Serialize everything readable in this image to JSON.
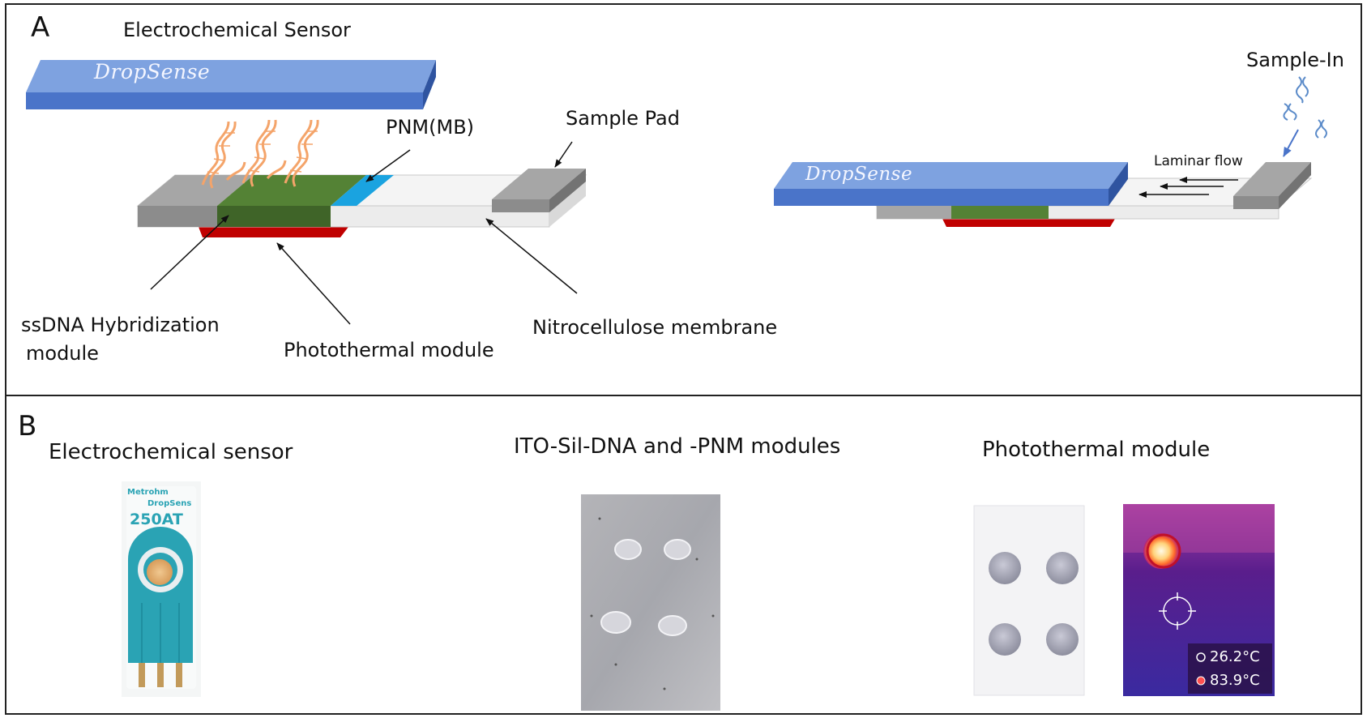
{
  "panel_a": {
    "letter": "A",
    "electrochemical_sensor": "Electrochemical Sensor",
    "logo_text": "DropSense",
    "pnm_mb": "PNM(MB)",
    "sample_pad": "Sample Pad",
    "ssdna_line1": "ssDNA Hybridization",
    "ssdna_line2": "module",
    "photothermal_module": "Photothermal module",
    "nitrocellulose_membrane": "Nitrocellulose membrane",
    "sample_in": "Sample-In",
    "laminar_flow": "Laminar flow",
    "colors": {
      "sensor_blue": "#4a74c9",
      "hybridization_green": "#548235",
      "pnm_cyan": "#1aa3e0",
      "photothermal_red": "#c00000",
      "pad_gray": "#a6a6a6",
      "membrane": "#f2f2f2",
      "dna_orange": "#f4a46a",
      "dna_blue": "#5b8bc9"
    }
  },
  "panel_b": {
    "letter": "B",
    "electrochemical_sensor": "Electrochemical sensor",
    "ito_modules": "ITO-Sil-DNA  and -PNM modules",
    "photothermal_module": "Photothermal module",
    "sensor_brand_line1": "Metrohm",
    "sensor_brand_line2": "DropSens",
    "sensor_model": "250AT",
    "temp_low": "26.2°C",
    "temp_high": "83.9°C",
    "colors": {
      "sensor_teal": "#2aa3b4",
      "thermal_purple": "#5a1e8c",
      "thermal_hot": "#ff6a2a"
    }
  }
}
